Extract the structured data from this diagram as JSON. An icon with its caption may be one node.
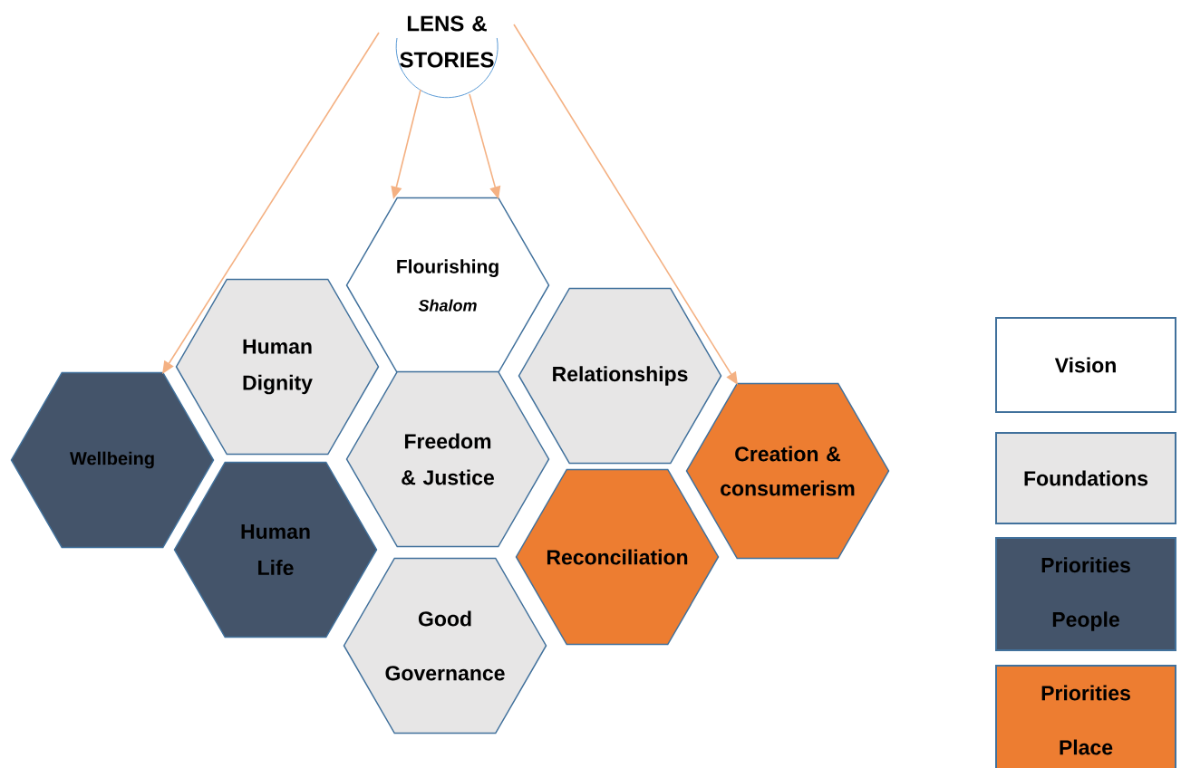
{
  "diagram": {
    "nodes": [
      {
        "text": [
          "LENS & STORIES"
        ]
      },
      {
        "text": [
          "Flourishing",
          "Shalom"
        ]
      },
      {
        "text": [
          "Human Dignity"
        ]
      },
      {
        "text": [
          "Relationships"
        ]
      },
      {
        "text": [
          "Wellbeing"
        ]
      },
      {
        "text": [
          "Freedom & Justice"
        ]
      },
      {
        "text": [
          "Creation & consumerism"
        ]
      },
      {
        "text": [
          "Human Life"
        ]
      },
      {
        "text": [
          "Reconciliation"
        ]
      },
      {
        "text": [
          "Good Governance"
        ]
      }
    ],
    "edges": [
      {
        "from": 0,
        "to": 4,
        "arrow": "to"
      },
      {
        "from": 0,
        "to": 1,
        "arrow": "to"
      },
      {
        "from": 0,
        "to": 1,
        "arrow": "to"
      },
      {
        "from": 0,
        "to": 6,
        "arrow": "to"
      }
    ],
    "legend": [
      {
        "text": "Vision",
        "color": "#ffffff"
      },
      {
        "text": "Foundations",
        "color": "#e7e6e6"
      },
      {
        "text": "Priorities People",
        "color": "#44546a"
      },
      {
        "text": "Priorities Place",
        "color": "#ed7d31"
      }
    ]
  }
}
